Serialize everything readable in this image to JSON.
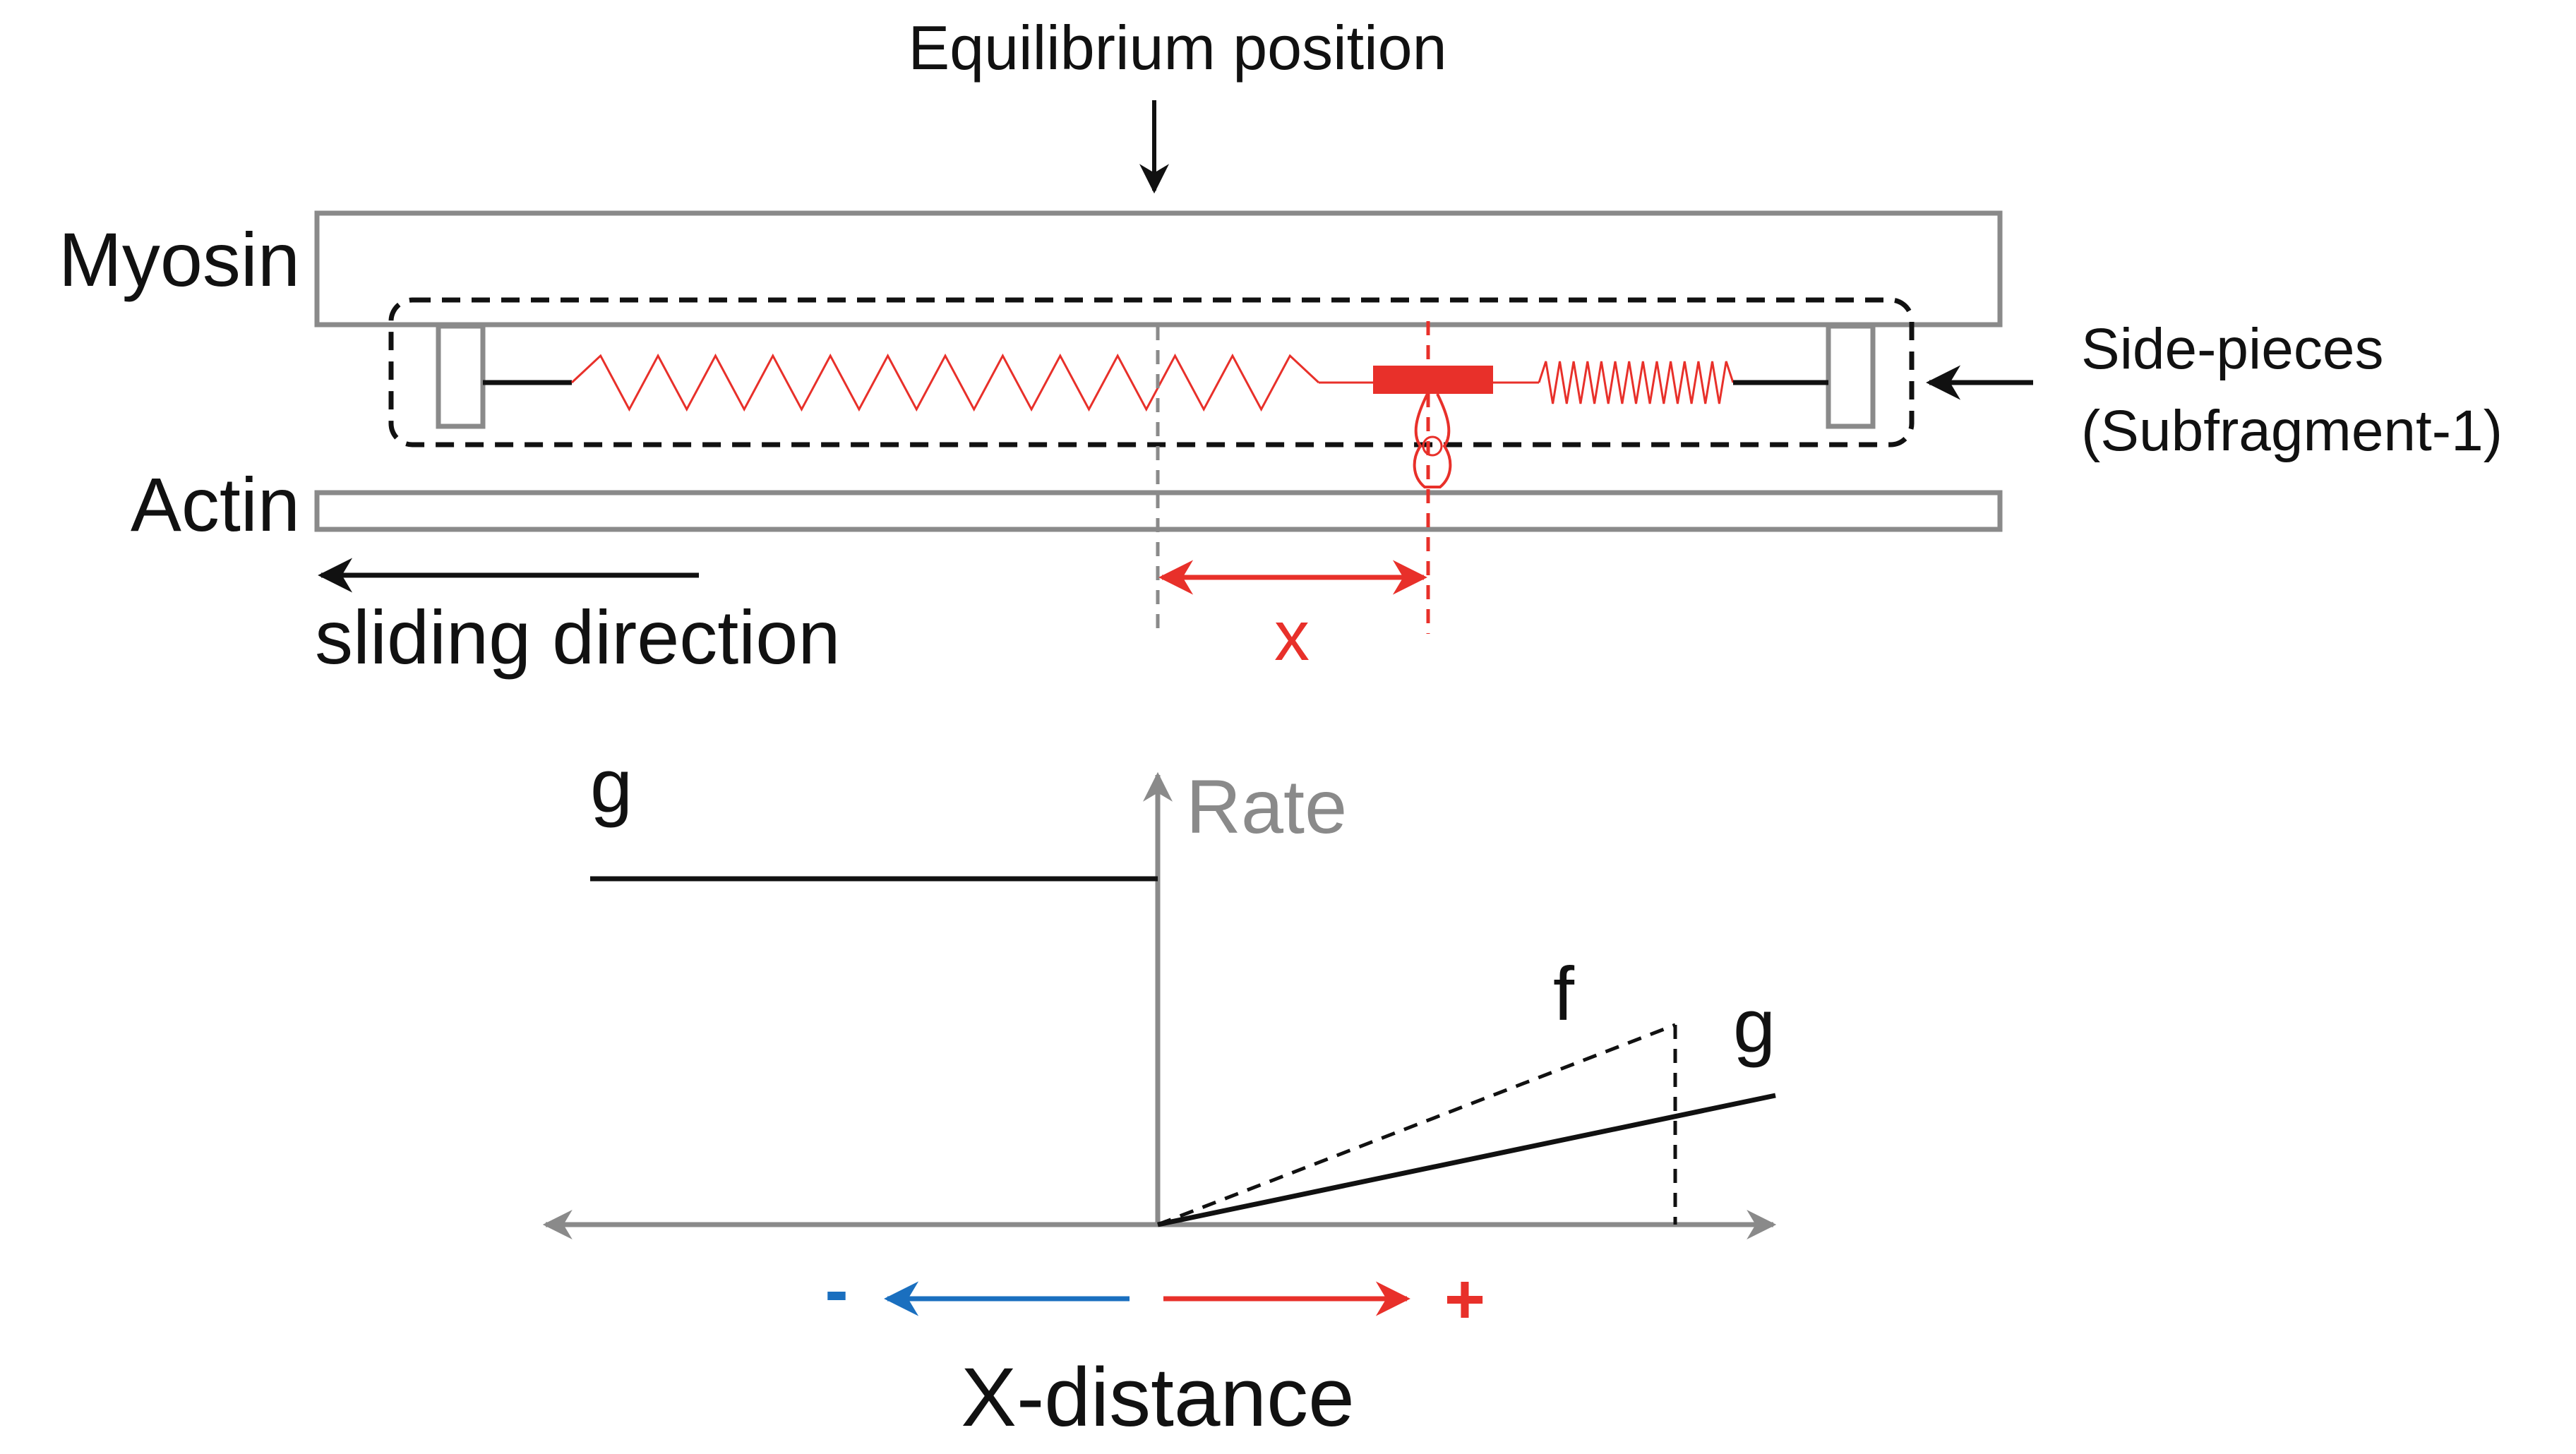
{
  "labels": {
    "equilibrium": "Equilibrium position",
    "myosin": "Myosin",
    "actin": "Actin",
    "side_pieces_line1": "Side-pieces",
    "side_pieces_line2": "(Subfragment-1)",
    "sliding_direction": "sliding direction",
    "x": "x"
  },
  "graph": {
    "y_axis_label": "Rate",
    "x_axis_label": "X-distance",
    "curve_g_left": "g",
    "curve_f": "f",
    "curve_g_right": "g",
    "minus_sign": "-",
    "plus_sign": "+"
  },
  "colors": {
    "black": "#111111",
    "gray": "#8a8a8a",
    "red": "#e8302a",
    "blue": "#1a6fbf"
  }
}
